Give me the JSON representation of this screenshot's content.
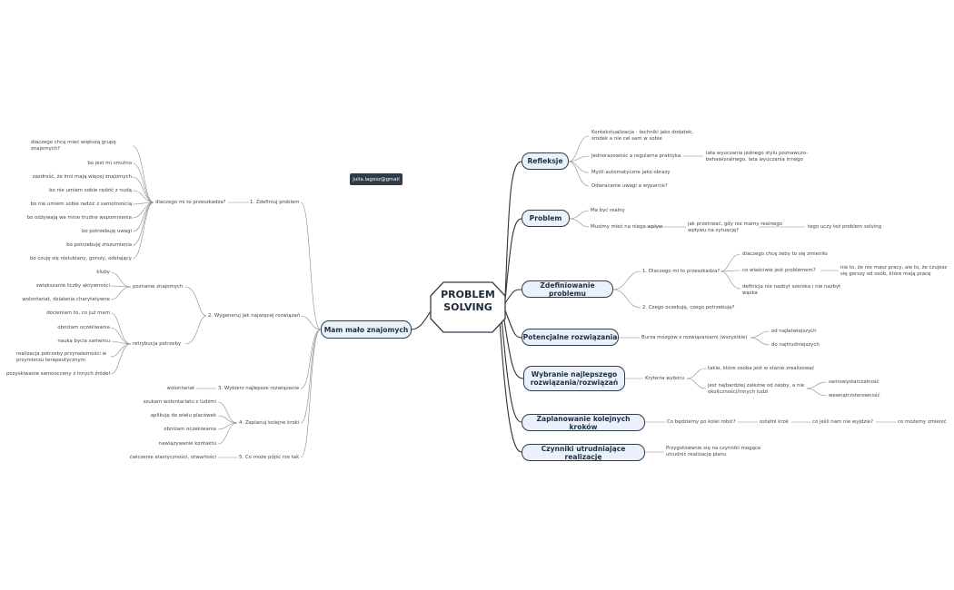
{
  "email": "julia.lagosz@gmail",
  "center": {
    "line1": "PROBLEM",
    "line2": "SOLVING"
  },
  "left": {
    "main": "Mam mało znajomych",
    "b1": {
      "title": "1. Zdefiniuj problem",
      "sub": "dlaczego mi to przeszkadza?",
      "items": [
        "dlaczego chcę mieć większą grupę znajomych?",
        "bo jest mi smutno",
        "zazdrość, że inni mają więcej znajomych",
        "bo nie umiem sobie radzić z nudą",
        "bo nie umiem sobie radzić z samotnością",
        "bo odżywają we mnie trudne wspomnienia",
        "bo potrzebuję uwagi",
        "bo potrzebuję zrozumienia",
        "bo czuję się nielubiany, gorszy, odstający"
      ]
    },
    "b2": {
      "title": "2. Wygeneruj jak najwięcej rozwiązań",
      "s1": "poznanie znajomych",
      "s1_items": [
        "kluby",
        "zwiększanie liczby aktywności",
        "wolontariat, działania charytatywne"
      ],
      "s2": "retrybucja potrzeby",
      "s2_items": [
        "docieniam to, co już mam",
        "obniżam oczekiwania",
        "nauka bycia samemu",
        "realizacja potrzeby przynależności w przymierzu terapeutycznym",
        "pozyskiwanie samoocceny z innych źródeł"
      ]
    },
    "b3": {
      "title": "3. Wybierz najlepsze rozwiązanie",
      "item": "wolontariat"
    },
    "b4": {
      "title": "4. Zaplanuj kolejne kroki",
      "items": [
        "szukam wolontariatu z ludźmi",
        "aplikuję do wielu placówek",
        "obniżam oczekiwania",
        "nawiązywanie kontaktu"
      ]
    },
    "b5": {
      "title": "5. Co może pójść nie tak",
      "item": "ćwiczenie elastyczności, otwartości"
    }
  },
  "right": {
    "refleksje": {
      "title": "Refleksje",
      "items": [
        "Kontekstualizacja - techniki jako dodatek, środek a nie cel sam w sobie",
        "Jednorazowość a regularna praktyka",
        "Myśli automatyczne jako obrazy",
        "Odwracanie uwagi a wyparcie?"
      ],
      "sub": "lata wyuczania jednego stylu poznawczo-behawioralnego, lata wyuczania innego"
    },
    "problem": {
      "title": "Problem",
      "items": [
        "Ma być realny",
        "Musimy mieć na niego wpływ"
      ],
      "sub1": "jak przetrwać, gdy nie mamy realnego wpływu na sytuację?",
      "sub2": "tego uczy też problem solving"
    },
    "zdef": {
      "title": "Zdefiniowanie problemu",
      "q1": "1. Dlaczego mi to przeszkadza?",
      "q1_items": [
        "dlaczego chcę żeby to się zmieniło",
        "co właściwie jest problemem?",
        "definicja nie nazbyt szeroka i nie nazbyt wąska"
      ],
      "q1_sub": "nie to, że nie masz pracy, ale to, że czujesz się gorszy od osób, które mają pracę",
      "q2": "2. Czego oczekuję, czego potrzebuję?"
    },
    "potenc": {
      "title": "Potencjalne rozwiązania",
      "item": "Burza mózgów z rozwiązaniami (wszystkie)",
      "subs": [
        "od najłatwiejszych",
        "do najtrudniejszych"
      ]
    },
    "wybranie": {
      "title": "Wybranie najlepszego rozwiązania/rozwiązań",
      "item": "Kryteria wyboru",
      "subs": [
        "takie, które osoba jest w stanie zrealizować",
        "jest najbardziej zależne od osoby, a nie okoliczności/innych ludzi"
      ],
      "subsub": [
        "samowystarczalność",
        "wewnątrzsterowność"
      ]
    },
    "plan": {
      "title": "Zaplanowanie kolejnych kroków",
      "chain": [
        "Co będziemy po kolei robić?",
        "ostatni krok",
        "co jeśli nam nie wyjdzie?",
        "co możemy zmienić"
      ]
    },
    "czynniki": {
      "title": "Czynniki utrudniające realizację",
      "item": "Przygotowanie się na czynniki mogące utrudnić realizację planu"
    }
  }
}
